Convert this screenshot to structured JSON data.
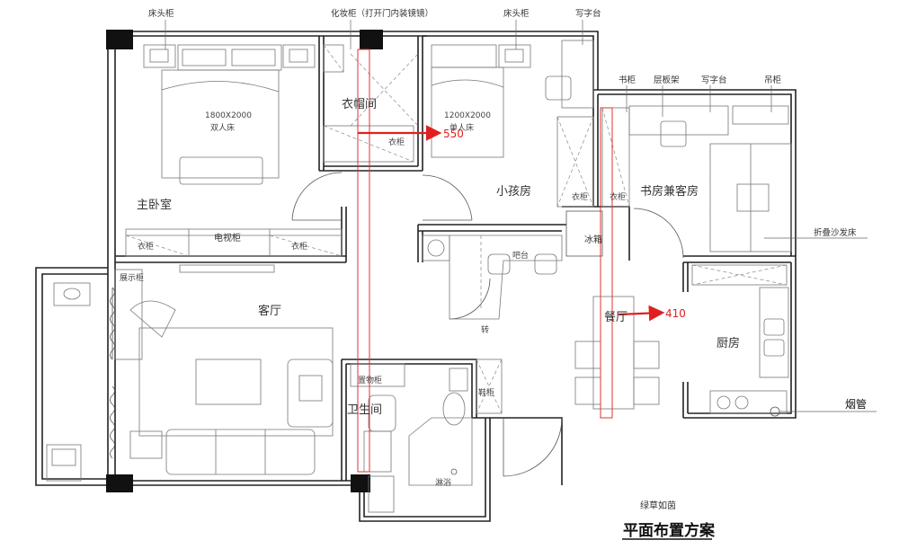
{
  "labels": {
    "bedside_left": "床头柜",
    "vanity": "化妆柜（打开门内装镜镜）",
    "bedside_right": "床头柜",
    "desk_top": "写字台",
    "bookcase": "书柜",
    "shelf": "层板架",
    "desk_study": "写字台",
    "hanging_cabinet": "吊柜",
    "fold_sofa_bed": "折叠沙发床",
    "chimney": "烟管"
  },
  "rooms": {
    "master_bedroom": "主卧室",
    "bed_size_double": "1800X2000",
    "bed_double": "双人床",
    "cloakroom": "衣帽间",
    "wardrobe_cloak": "衣柜",
    "bed_size_single": "1200X2000",
    "bed_single": "单人床",
    "kids_room": "小孩房",
    "wardrobe_kids": "衣柜",
    "wardrobe_study": "衣柜",
    "study_guest": "书房兼客房",
    "wardrobe_a": "衣柜",
    "tv_cabinet": "电视柜",
    "wardrobe_b": "衣柜",
    "fridge": "冰箱",
    "bar": "吧台",
    "display_cabinet": "展示柜",
    "living_room": "客厅",
    "restaurant": "餐厅",
    "kitchen": "厨房",
    "storage": "置物柜",
    "bathroom": "卫生间",
    "shoe_cabinet": "鞋柜",
    "shower": "淋浴",
    "turn": "转"
  },
  "dimensions": {
    "cloak_width": "550",
    "dining_width": "410"
  },
  "footer": {
    "green": "绿草如茵",
    "title": "平面布置方案"
  }
}
